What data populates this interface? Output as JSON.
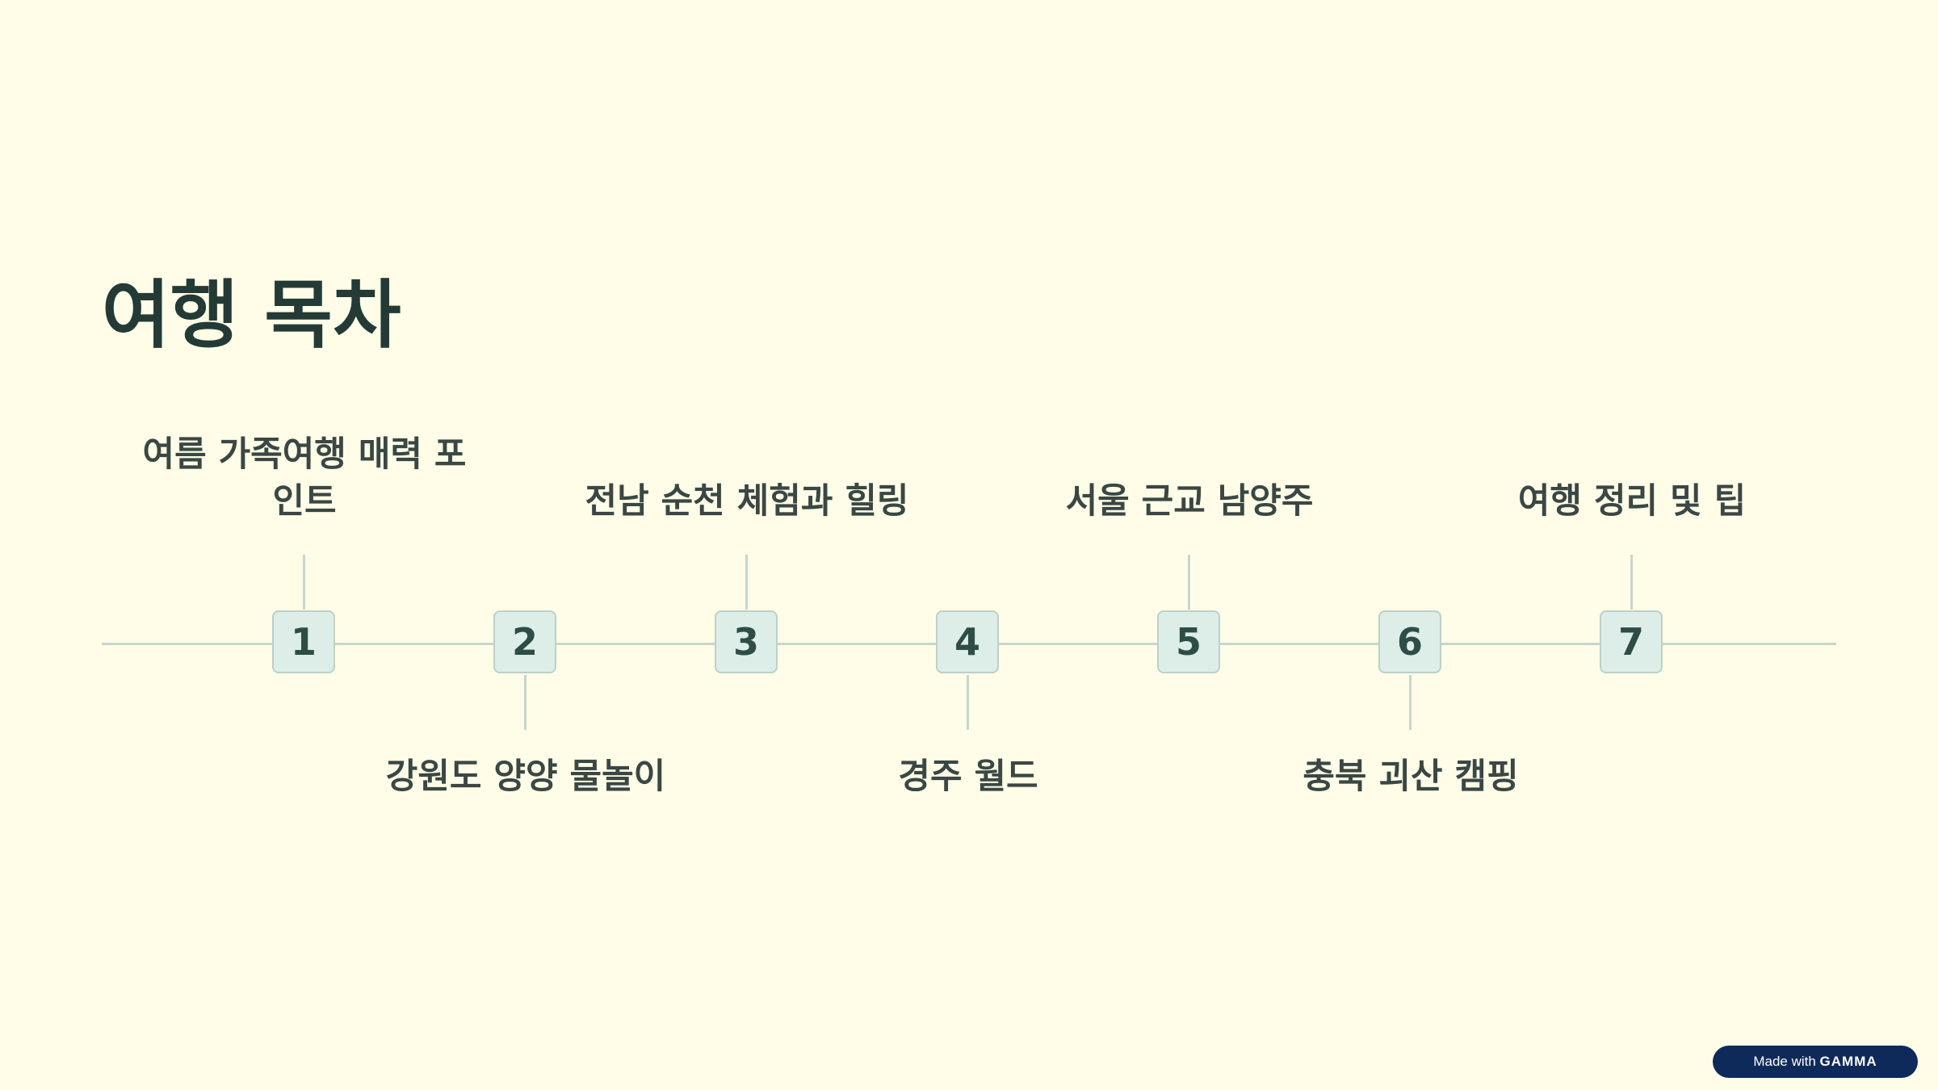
{
  "slide": {
    "title": "여행 목차",
    "background_color": "#FFFDE7",
    "accent_color": "#DDEDE7",
    "line_color": "#C6D6CE",
    "text_color": "#243A36"
  },
  "timeline": {
    "items": [
      {
        "number": "1",
        "label": "여름 가족여행 매력 포인트",
        "position": "above"
      },
      {
        "number": "2",
        "label": "강원도 양양 물놀이",
        "position": "below"
      },
      {
        "number": "3",
        "label": "전남 순천 체험과 힐링",
        "position": "above"
      },
      {
        "number": "4",
        "label": "경주 월드",
        "position": "below"
      },
      {
        "number": "5",
        "label": "서울 근교 남양주",
        "position": "above"
      },
      {
        "number": "6",
        "label": "충북 괴산 캠핑",
        "position": "below"
      },
      {
        "number": "7",
        "label": "여행 정리 및 팁",
        "position": "above"
      }
    ]
  },
  "badge": {
    "prefix": "Made with",
    "brand": "GAMMA",
    "color": "#0E2A5A"
  }
}
